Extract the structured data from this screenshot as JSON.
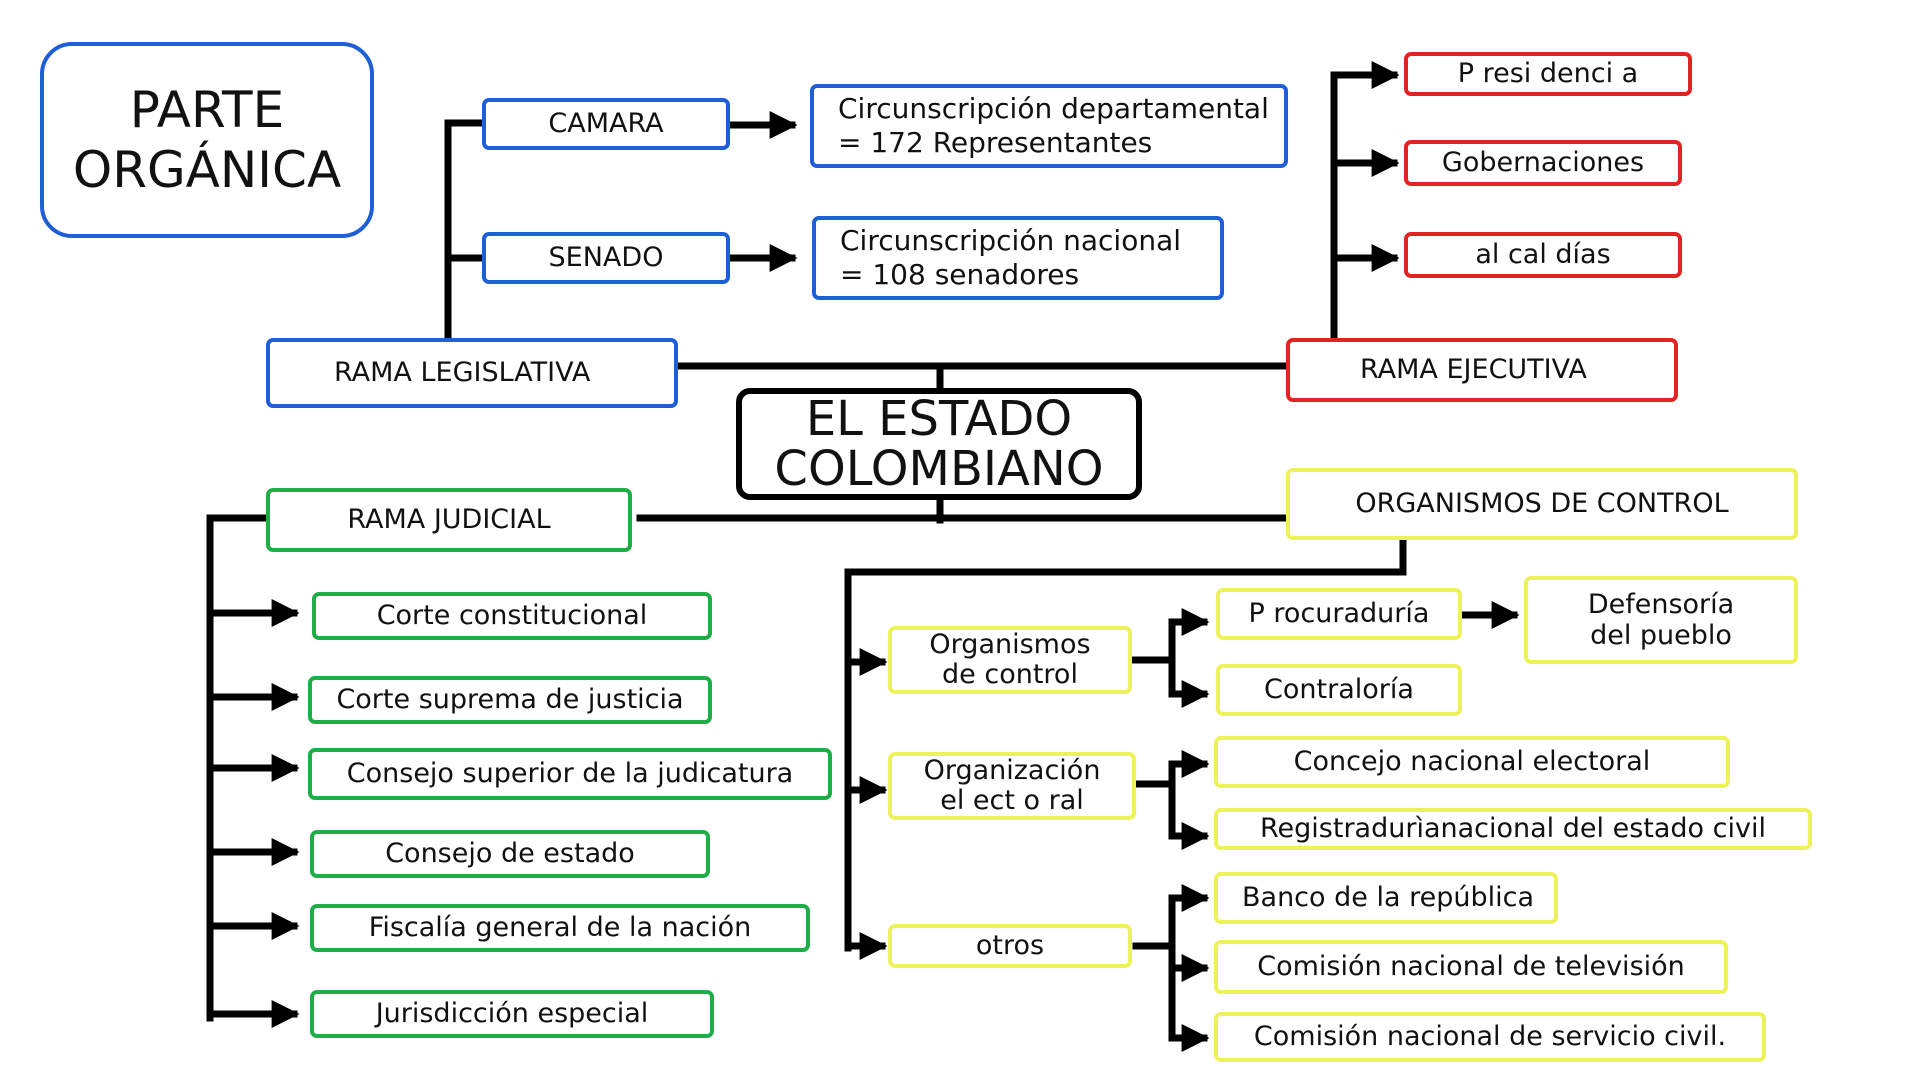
{
  "title": "PARTE ORGÁNICA",
  "center": "EL ESTADO COLOMBIANO",
  "legislativa": {
    "label": "RAMA LEGISLATIVA",
    "camara": "CAMARA",
    "camara_detail": "Circunscripción departamental = 172 Representantes",
    "senado": "SENADO",
    "senado_detail": "Circunscripción nacional = 108 senadores"
  },
  "ejecutiva": {
    "label": "RAMA EJECUTIVA",
    "items": [
      "P resi denci a",
      "Gobernaciones",
      "al cal días"
    ]
  },
  "judicial": {
    "label": "RAMA JUDICIAL",
    "items": [
      "Corte constitucional",
      "Corte suprema de justicia",
      "Consejo superior de la judicatura",
      "Consejo de estado",
      "Fiscalía general de la nación",
      "Jurisdicción especial"
    ]
  },
  "control": {
    "label": "ORGANISMOS DE CONTROL",
    "organismos": {
      "label": "Organismos de control",
      "procuraduria": "P rocuraduría",
      "defensoria": "Defensoría del pueblo",
      "contraloria": "Contraloría"
    },
    "electoral": {
      "label": "Organización el ect o ral",
      "items": [
        "Concejo nacional electoral",
        "Registradurìanacional del estado civil"
      ]
    },
    "otros": {
      "label": "otros",
      "items": [
        "Banco de la república",
        "Comisión nacional de televisión",
        "Comisión nacional de servicio civil."
      ]
    }
  },
  "colors": {
    "legislativa": "#1f5fd6",
    "ejecutiva": "#e02424",
    "judicial": "#1fad4a",
    "control": "#eef25a",
    "connector": "#000000"
  }
}
